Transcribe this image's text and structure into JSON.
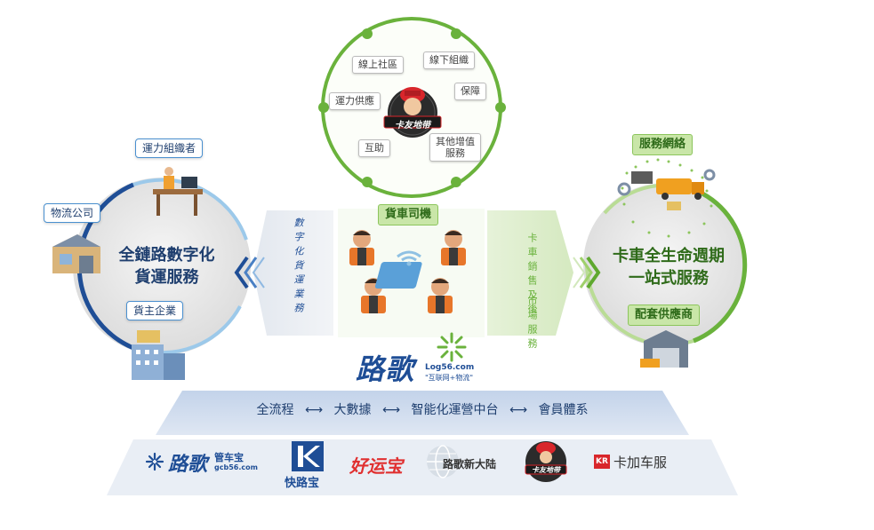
{
  "center_circle": {
    "logo_text": "卡友地带",
    "tags": [
      "線上社區",
      "線下組織",
      "運力供應",
      "保障",
      "互助",
      "其他增值\n服務"
    ]
  },
  "left_circle": {
    "title_line1": "全鏈路數字化",
    "title_line2": "貨運服務",
    "tags": [
      "運力組織者",
      "物流公司",
      "貨主企業"
    ]
  },
  "right_circle": {
    "title_line1": "卡車全生命週期",
    "title_line2": "一站式服務",
    "tags": [
      "服務網絡",
      "配套供應商"
    ]
  },
  "middle": {
    "drivers_label": "貨車司機",
    "left_vertical": "數字化貨運業務",
    "right_vertical_1": "卡車銷售及後",
    "right_vertical_2": "市場服務"
  },
  "luge_logo": {
    "name": "路歌",
    "domain": "Log56.com",
    "slogan": "\"互联网+物流\""
  },
  "platform": {
    "items": [
      "全流程",
      "大數據",
      "智能化運營中台",
      "會員體系"
    ],
    "separator": "⟷"
  },
  "brands": {
    "b1_name": "路歌",
    "b1_suffix": "管车宝",
    "b1_domain": "gcb56.com",
    "b2_name": "快路宝",
    "b3_name": "好运宝",
    "b4_name": "路歌新大陆",
    "b5_name": "卡友地带",
    "b6_badge": "KR",
    "b6_name": "卡加车服"
  },
  "colors": {
    "navy": "#1f4e96",
    "light_blue": "#8fc1e3",
    "green": "#6ab23c",
    "light_green": "#a6d37a",
    "platform_top": "#c6d6ec",
    "platform_bottom": "#e3ebf5",
    "orange": "#e7762a"
  }
}
